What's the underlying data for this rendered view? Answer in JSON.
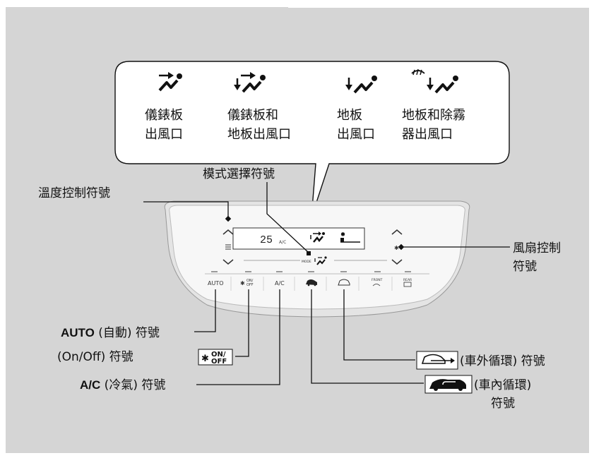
{
  "colors": {
    "page_bg": "#d5d5d5",
    "panel": "#f6f6f6",
    "display_bg": "#ffffff",
    "line": "#111111"
  },
  "mode_callout": {
    "items": [
      {
        "icon": "face-vent-icon",
        "line1": "儀錶板",
        "line2": "出風口"
      },
      {
        "icon": "bi-level-vent-icon",
        "line1": "儀錶板和",
        "line2": "地板出風口"
      },
      {
        "icon": "floor-vent-icon",
        "line1": "地板",
        "line2": "出風口"
      },
      {
        "icon": "floor-defrost-vent-icon",
        "line1": "地板和除霧",
        "line2": "器出風口"
      }
    ]
  },
  "labels": {
    "mode_select": "模式選擇符號",
    "temp_control": "溫度控制符號",
    "fan_control_line1": "風扇控制",
    "fan_control_line2": "符號",
    "auto_bold": "AUTO",
    "auto_rest": " (自動) 符號",
    "onoff_text": "(On/Off) 符號",
    "onoff_icon_top": "ON/",
    "onoff_icon_bottom": "OFF",
    "ac_bold": "A/C",
    "ac_rest": " (冷氣) 符號",
    "fresh_air_text": "(車外循環) 符號",
    "recirc_text": "(車內循環)",
    "recirc_text2": "符號"
  },
  "panel": {
    "display_temp": "25",
    "display_ac": "A/C",
    "mode_label": "MODE",
    "buttons": [
      "AUTO",
      "ON/OFF",
      "A/C",
      "",
      "",
      "FRONT",
      "REAR"
    ]
  }
}
